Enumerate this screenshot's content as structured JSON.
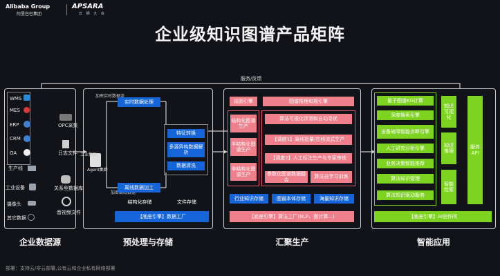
{
  "brand": {
    "alibaba": "Alibaba Group",
    "alibaba_cn": "阿里巴巴集团",
    "apsara": "APSARA",
    "apsara_cn": "云 栖 大 会"
  },
  "title": "企业级知识图谱产品矩阵",
  "feedback_label": "服务/反馈",
  "source": {
    "systems": [
      "WMS",
      "MES",
      "ERP",
      "CRM",
      "OA"
    ],
    "left_items": [
      "生产线",
      "工业设备",
      "摄像头",
      "其它数据"
    ],
    "right_items": [
      "OPC采集",
      "日志文件",
      "关系型数据库",
      "音视频文件"
    ],
    "agent_label": "Agent集群",
    "agent_small": "工业集群",
    "label": "企业数据源"
  },
  "preprocess": {
    "realtime_small": "加密实时数据流",
    "offline_small": "加密离线数据",
    "realtime": "实时数据处理",
    "offline": "离线数据加工",
    "feature": "特征转换",
    "multi_source": "多源异构数据解析",
    "cleaning": "数据清洗",
    "structured": "结构化存储",
    "file_storage": "文件存储",
    "factory": "【底座引擎】数据工厂",
    "label": "预处理与存储"
  },
  "aggregate": {
    "rule_engine": "规则引擎",
    "kg_engine": "图谱推理和规引擎",
    "structured_gen": "结构化图谱生产",
    "semi_gen": "半结构化图谱生产",
    "unstructured_gen": "非结构化图谱生产",
    "eval": "算法可视化评测和自动寻优",
    "sched1": "【调度1】离线批量/在线流式生产",
    "sched2": "【调度2】人工标注生产与专家审核",
    "param": "参数化图谱数据融合",
    "auto": "算法自学习训练",
    "industry": "行业知识存储",
    "ontology": "图谱本体存储",
    "massive": "海量知识存储",
    "factory": "【底座引擎】算法工厂(NLP、图计算...)",
    "label": "汇聚生产"
  },
  "smart": {
    "items": [
      "量子图谱KG计算",
      "深度搜索引擎",
      "设备故障智能诊断引擎",
      "人工研究分析引擎",
      "业务决策智能推荐",
      "算法知识管理",
      "算法知识驱动服务"
    ],
    "mid": [
      "知识可视化",
      "知识推理",
      "智能检索"
    ],
    "right": "服务API",
    "factory": "【底座引擎】AI创作间",
    "label": "智能应用"
  },
  "footer": "部署：支持云/非云部署,公有云和企业私有网络部署"
}
